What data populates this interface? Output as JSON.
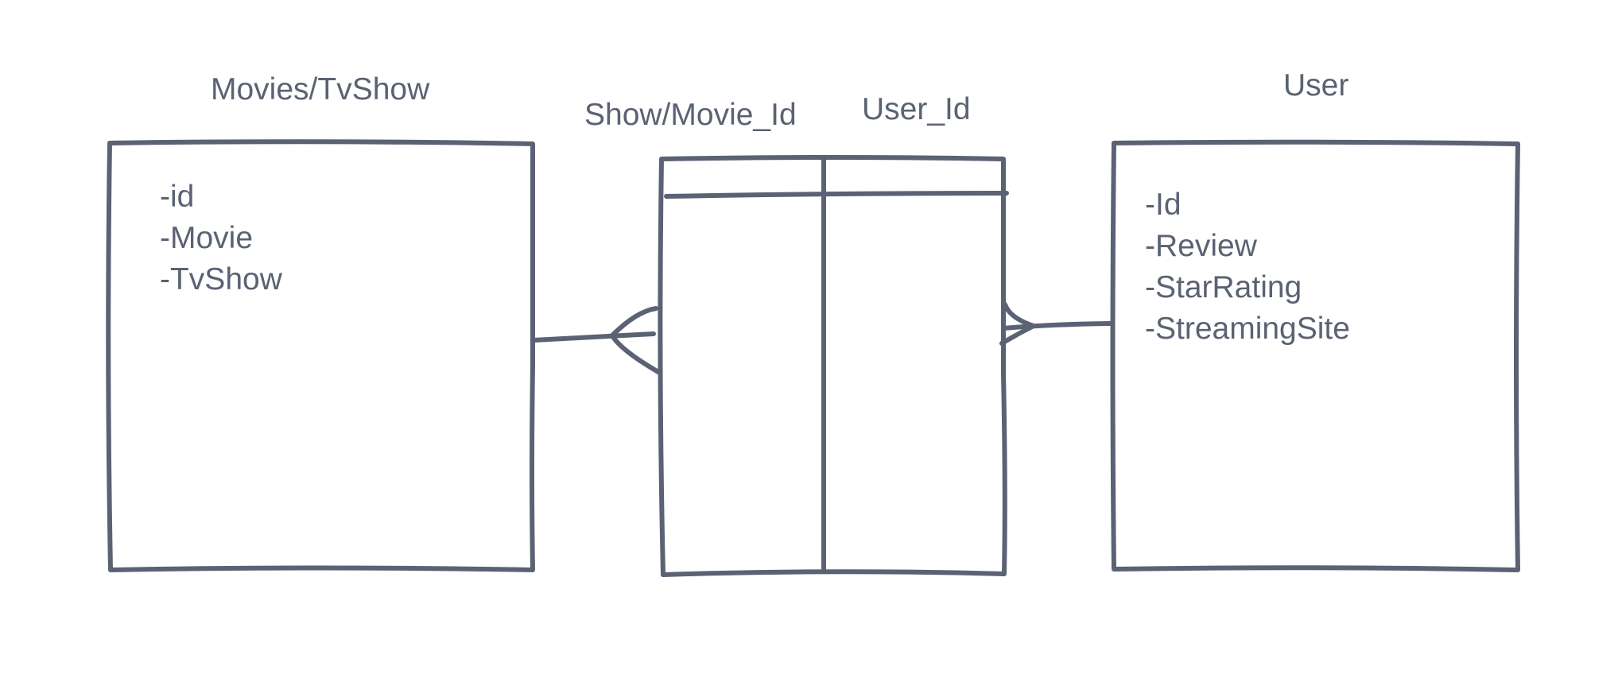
{
  "colors": {
    "ink": "#5a6273",
    "background": "#ffffff"
  },
  "entities": {
    "movies": {
      "title": "Movies/TvShow",
      "fields": [
        "-id",
        "-Movie",
        "-TvShow"
      ]
    },
    "junction": {
      "col_left": "Show/Movie_Id",
      "col_right": "User_Id"
    },
    "user": {
      "title": "User",
      "fields": [
        "-Id",
        "-Review",
        "-StarRating",
        "-StreamingSite"
      ]
    }
  },
  "relationships": [
    {
      "from": "Movies/TvShow",
      "to": "junction",
      "to_end": "crow-foot-many"
    },
    {
      "from": "User",
      "to": "junction",
      "to_end": "crow-foot-many"
    }
  ]
}
